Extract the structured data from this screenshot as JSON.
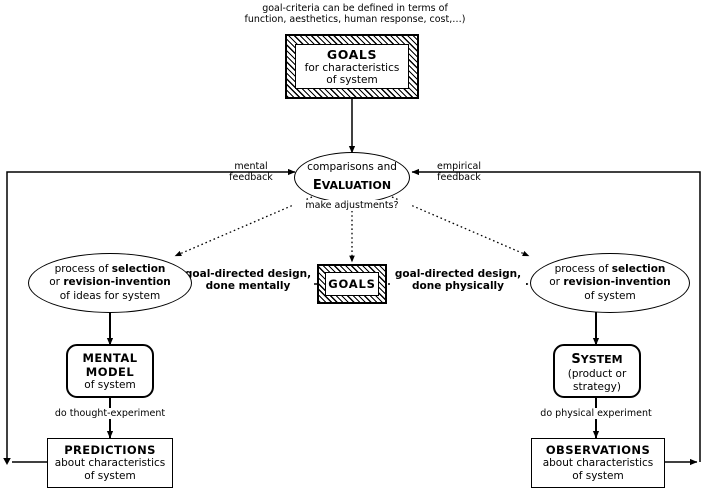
{
  "diagram": {
    "title_note": {
      "line1": "goal-criteria can be defined in terms of",
      "line2": "function, aesthetics, human response, cost,…)"
    },
    "top_goals_box": {
      "heading": "GOALS",
      "line2": "for characteristics",
      "line3": "of system"
    },
    "evaluation_node": {
      "line1": "comparisons and",
      "line2_big": "E",
      "line2_rest": "VALUATION"
    },
    "feedback_labels": {
      "mental_line1": "mental",
      "mental_line2": "feedback",
      "empirical_line1": "empirical",
      "empirical_line2": "feedback"
    },
    "adjust_label": "make adjustments?",
    "center_goals_box": {
      "heading": "GOALS"
    },
    "arrow_labels": {
      "left_line1": "goal-directed design,",
      "left_line2": "done mentally",
      "right_line1": "goal-directed design,",
      "right_line2": "done physically"
    },
    "left_process_ellipse": {
      "l1_plain": "process of ",
      "l1_bold": "selection",
      "l2_plain": "or ",
      "l2_bold": "revision-invention",
      "l3": "of ideas for system"
    },
    "right_process_ellipse": {
      "l1_plain": "process of ",
      "l1_bold": "selection",
      "l2_plain": "or ",
      "l2_bold": "revision-invention",
      "l3": "of system"
    },
    "mental_model_box": {
      "line1": "MENTAL",
      "line2": "MODEL",
      "line3": "of system"
    },
    "system_box": {
      "line1_big": "S",
      "line1_rest": "YSTEM",
      "line2": "(product or",
      "line3": "strategy)"
    },
    "experiment_labels": {
      "left": "do thought-experiment",
      "right": "do physical experiment"
    },
    "predictions_box": {
      "heading": "PREDICTIONS",
      "line2": "about characteristics",
      "line3": "of system"
    },
    "observations_box": {
      "heading": "OBSERVATIONS",
      "line2": "about characteristics",
      "line3": "of system"
    },
    "colors": {
      "stroke": "#000000",
      "background": "#ffffff"
    }
  }
}
